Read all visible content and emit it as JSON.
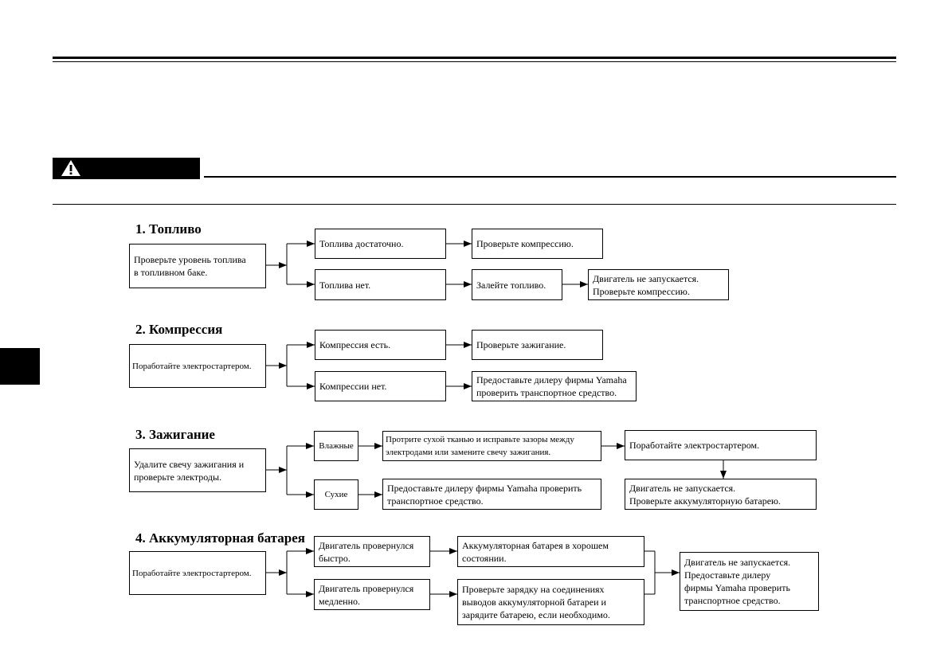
{
  "sections": [
    {
      "title": "1. Топливо",
      "start": "Проверьте уровень топлива\nв топливном баке.",
      "yes_branch": "Топлива достаточно.",
      "yes_result": "Проверьте компрессию.",
      "no_branch": "Топлива нет.",
      "no_action": "Залейте топливо.",
      "no_result": "Двигатель не запускается.\nПроверьте компрессию."
    },
    {
      "title": "2. Компрессия",
      "start": "Поработайте электростартером.",
      "yes_branch": "Компрессия есть.",
      "yes_result": "Проверьте зажигание.",
      "no_branch": "Компрессии нет.",
      "no_result": "Предоставьте дилеру фирмы Yamaha\nпроверить транспортное средство."
    },
    {
      "title": "3. Зажигание",
      "start": "Удалите свечу зажигания и\nпроверьте электроды.",
      "wet_branch": "Влажные",
      "wet_action": "Протрите сухой тканью и исправьте зазоры между\nэлектродами или замените свечу зажигания.",
      "wet_next": "Поработайте электростартером.",
      "wet_result": "Двигатель не запускается.\nПроверьте аккумуляторную батарею.",
      "dry_branch": "Сухие",
      "dry_result": "Предоставьте дилеру фирмы Yamaha проверить\nтранспортное средство."
    },
    {
      "title": "4. Аккумуляторная батарея",
      "start": "Поработайте электростартером.",
      "fast_branch": "Двигатель провернулся\nбыстро.",
      "fast_result": "Аккумуляторная батарея в хорошем\nсостоянии.",
      "slow_branch": "Двигатель провернулся\nмедленно.",
      "slow_result": "Проверьте зарядку на соединениях\nвыводов аккумуляторной батареи и\nзарядите батарею, если необходимо.",
      "final_result": "Двигатель не запускается.\nПредоставьте дилеру\nфирмы Yamaha проверить\nтранспортное средство."
    }
  ]
}
